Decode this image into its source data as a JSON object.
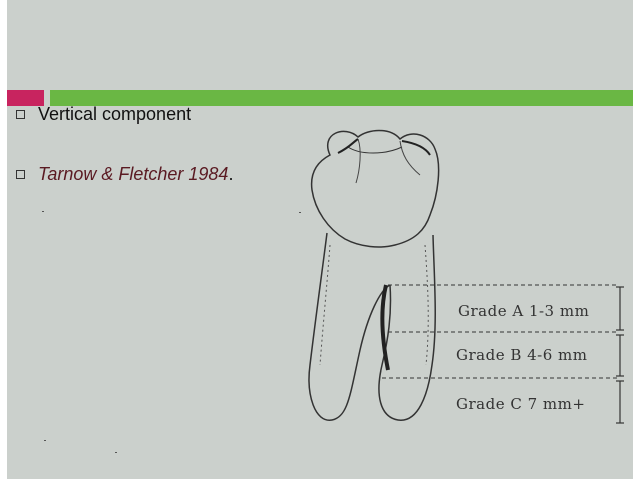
{
  "bullets": {
    "item1": "Vertical component",
    "item2_reference": "Tarnow & Fletcher 1984",
    "item2_period": "."
  },
  "figure": {
    "grades": [
      {
        "label": "Grade A 1-3 mm"
      },
      {
        "label": "Grade B 4-6 mm"
      },
      {
        "label": "Grade C 7 mm+"
      }
    ]
  },
  "colors": {
    "background": "#cbd0cc",
    "accent_pink": "#c8245f",
    "accent_green": "#6ab744",
    "reference_text": "#5a1a22"
  }
}
